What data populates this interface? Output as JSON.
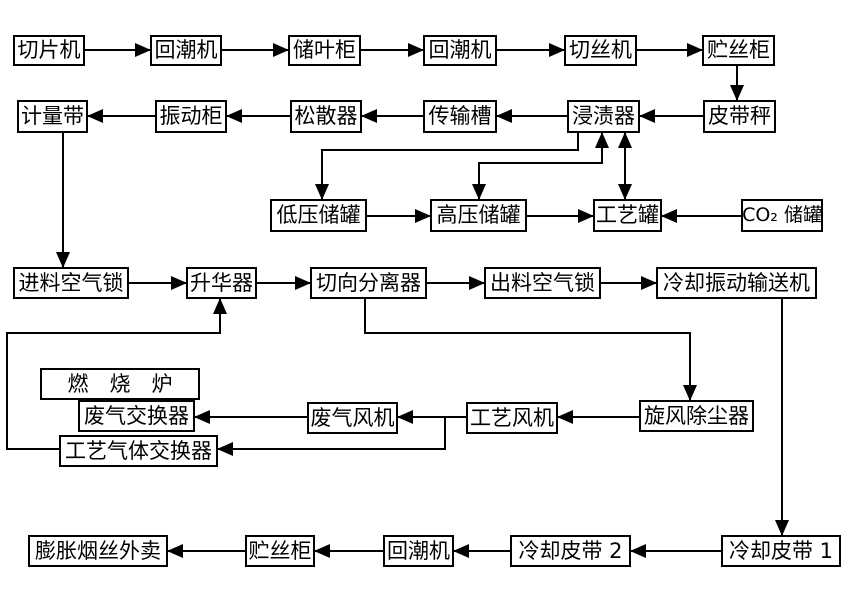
{
  "diagram": {
    "title": "CO2 expanded cut tobacco process flow",
    "background_color": "#ffffff",
    "line_color": "#000000",
    "box_border_color": "#000000",
    "text_color": "#000000",
    "nodes": {
      "slicer": {
        "label": "切片机"
      },
      "conditioner_1": {
        "label": "回潮机"
      },
      "leaf_storage_cabinet": {
        "label": "储叶柜"
      },
      "conditioner_2": {
        "label": "回潮机"
      },
      "cutter": {
        "label": "切丝机"
      },
      "cut_tobacco_storage_top": {
        "label": "贮丝柜"
      },
      "metering_belt": {
        "label": "计量带"
      },
      "vibrating_cabinet": {
        "label": "振动柜"
      },
      "loosener": {
        "label": "松散器"
      },
      "transfer_chute": {
        "label": "传输槽"
      },
      "impregnator": {
        "label": "浸渍器"
      },
      "belt_scale": {
        "label": "皮带秤"
      },
      "low_pressure_tank": {
        "label": "低压储罐"
      },
      "high_pressure_tank": {
        "label": "高压储罐"
      },
      "process_tank": {
        "label": "工艺罐"
      },
      "co2_storage_tank": {
        "label": "CO₂ 储罐"
      },
      "inlet_airlock": {
        "label": "进料空气锁"
      },
      "sublimator": {
        "label": "升华器"
      },
      "tangential_separator": {
        "label": "切向分离器"
      },
      "outlet_airlock": {
        "label": "出料空气锁"
      },
      "cooling_vibrating_conveyor": {
        "label": "冷却振动输送机"
      },
      "combustion_furnace": {
        "label": "燃　烧　炉"
      },
      "waste_gas_exchanger": {
        "label": "废气交换器"
      },
      "waste_gas_fan": {
        "label": "废气风机"
      },
      "process_fan": {
        "label": "工艺风机"
      },
      "cyclone_dust_collector": {
        "label": "旋风除尘器"
      },
      "process_gas_exchanger": {
        "label": "工艺气体交换器"
      },
      "expanded_tobacco_sale": {
        "label": "膨胀烟丝外卖"
      },
      "cut_tobacco_storage_bottom": {
        "label": "贮丝柜"
      },
      "conditioner_3": {
        "label": "回潮机"
      },
      "cooling_belt_2": {
        "label": "冷却皮带 2"
      },
      "cooling_belt_1": {
        "label": "冷却皮带 1"
      }
    },
    "edges": [
      {
        "from": "slicer",
        "to": "conditioner_1"
      },
      {
        "from": "conditioner_1",
        "to": "leaf_storage_cabinet"
      },
      {
        "from": "leaf_storage_cabinet",
        "to": "conditioner_2"
      },
      {
        "from": "conditioner_2",
        "to": "cutter"
      },
      {
        "from": "cutter",
        "to": "cut_tobacco_storage_top"
      },
      {
        "from": "cut_tobacco_storage_top",
        "to": "belt_scale"
      },
      {
        "from": "belt_scale",
        "to": "impregnator"
      },
      {
        "from": "impregnator",
        "to": "transfer_chute"
      },
      {
        "from": "transfer_chute",
        "to": "loosener"
      },
      {
        "from": "loosener",
        "to": "vibrating_cabinet"
      },
      {
        "from": "vibrating_cabinet",
        "to": "metering_belt"
      },
      {
        "from": "metering_belt",
        "to": "inlet_airlock"
      },
      {
        "from": "impregnator",
        "to": "low_pressure_tank"
      },
      {
        "from": "high_pressure_tank",
        "to": "impregnator",
        "bidirectional": true
      },
      {
        "from": "impregnator",
        "to": "process_tank",
        "bidirectional": true
      },
      {
        "from": "low_pressure_tank",
        "to": "high_pressure_tank"
      },
      {
        "from": "high_pressure_tank",
        "to": "process_tank"
      },
      {
        "from": "co2_storage_tank",
        "to": "process_tank"
      },
      {
        "from": "inlet_airlock",
        "to": "sublimator"
      },
      {
        "from": "sublimator",
        "to": "tangential_separator"
      },
      {
        "from": "tangential_separator",
        "to": "outlet_airlock"
      },
      {
        "from": "outlet_airlock",
        "to": "cooling_vibrating_conveyor"
      },
      {
        "from": "tangential_separator",
        "to": "cyclone_dust_collector"
      },
      {
        "from": "cooling_vibrating_conveyor",
        "to": "cooling_belt_1"
      },
      {
        "from": "cyclone_dust_collector",
        "to": "process_fan"
      },
      {
        "from": "process_fan",
        "to": "waste_gas_fan"
      },
      {
        "from": "waste_gas_fan",
        "to": "waste_gas_exchanger"
      },
      {
        "from": "process_fan",
        "to": "process_gas_exchanger"
      },
      {
        "from": "process_gas_exchanger",
        "to": "sublimator"
      },
      {
        "from": "cooling_belt_1",
        "to": "cooling_belt_2"
      },
      {
        "from": "cooling_belt_2",
        "to": "conditioner_3"
      },
      {
        "from": "conditioner_3",
        "to": "cut_tobacco_storage_bottom"
      },
      {
        "from": "cut_tobacco_storage_bottom",
        "to": "expanded_tobacco_sale"
      }
    ]
  }
}
